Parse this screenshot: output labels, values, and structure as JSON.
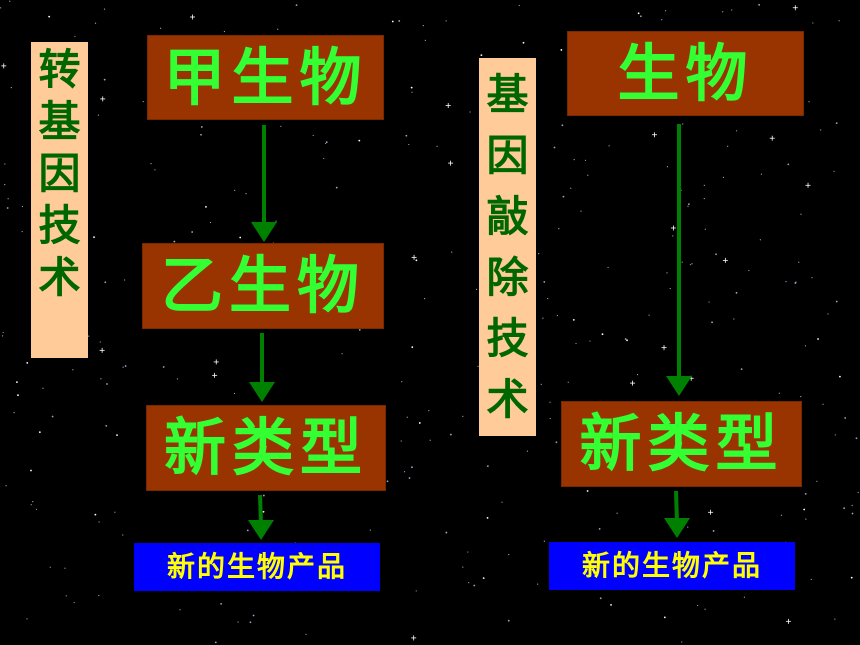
{
  "left": {
    "technique_label": [
      "转",
      "基",
      "因",
      "技",
      "术"
    ],
    "step1": "甲生物",
    "step2": "乙生物",
    "step3": "新类型",
    "product": "新的生物产品"
  },
  "right": {
    "technique_label": [
      "基",
      "因",
      "敲",
      "除",
      "技",
      "术"
    ],
    "step1": "生物",
    "step2": "新类型",
    "product": "新的生物产品"
  },
  "colors": {
    "background": "#000000",
    "label_bg": "#FFCC99",
    "label_text": "#006600",
    "box_bg": "#993300",
    "box_text": "#33FF33",
    "arrow": "#008000",
    "product_bg": "#0000FF",
    "product_text": "#FFFF00"
  }
}
